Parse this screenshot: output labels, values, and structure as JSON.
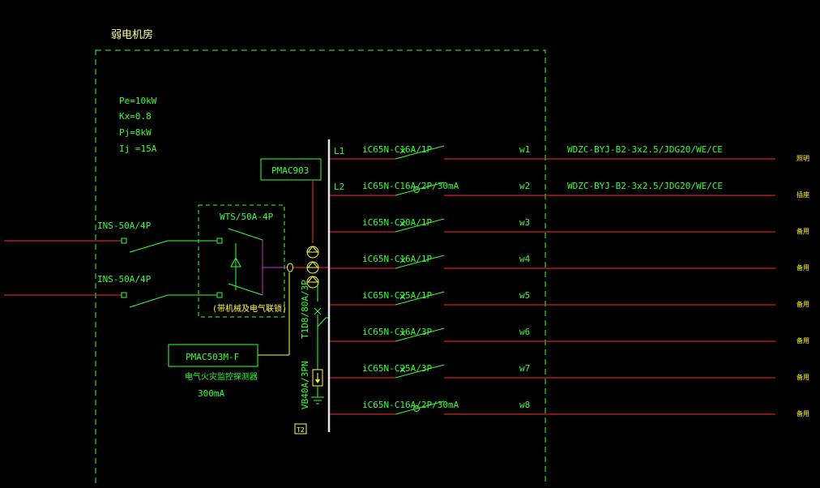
{
  "room": {
    "title": "弱电机房"
  },
  "load": {
    "pe": "Pe=10kW",
    "kx": "Kx=0.8",
    "pj": "Pj=8kW",
    "ij": "Ij =15A"
  },
  "inputs": [
    {
      "label": "INS-50A/4P"
    },
    {
      "label": "INS-50A/4P"
    }
  ],
  "ats": {
    "label": "WTS/50A-4P",
    "note": "(带机械及电气联锁)"
  },
  "meter": {
    "label": "PMAC903"
  },
  "monitor": {
    "label": "PMAC503M-F",
    "desc": "电气火灾监控探测器",
    "current": "300mA"
  },
  "spd": {
    "t1_label": "T1D8/80A/3P",
    "vb_label": "VB40A/3PN",
    "t2_label": "T2"
  },
  "phases": {
    "l1": "L1",
    "l2": "L2"
  },
  "circuits": [
    {
      "breaker": "iC65N-C16A/1P",
      "id": "w1",
      "cable": "WDZC-BYJ-B2-3x2.5/JDG20/WE/CE",
      "use": "照明"
    },
    {
      "breaker": "iC65N-C16A/2P/30mA",
      "id": "w2",
      "cable": "WDZC-BYJ-B2-3x2.5/JDG20/WE/CE",
      "use": "插座"
    },
    {
      "breaker": "iC65N-C20A/1P",
      "id": "w3",
      "cable": "",
      "use": "备用"
    },
    {
      "breaker": "iC65N-C16A/1P",
      "id": "w4",
      "cable": "",
      "use": "备用"
    },
    {
      "breaker": "iC65N-C25A/1P",
      "id": "w5",
      "cable": "",
      "use": "备用"
    },
    {
      "breaker": "iC65N-C16A/3P",
      "id": "w6",
      "cable": "",
      "use": "备用"
    },
    {
      "breaker": "iC65N-C25A/3P",
      "id": "w7",
      "cable": "",
      "use": "备用"
    },
    {
      "breaker": "iC65N-C16A/2P/30mA",
      "id": "w8",
      "cable": "",
      "use": "备用"
    }
  ],
  "colors": {
    "background": "#000000",
    "wire": "#ff2a2a",
    "green": "#33ff33",
    "yellow": "#ffff33",
    "white": "#e6e6e6",
    "magenta": "#cc33cc"
  }
}
